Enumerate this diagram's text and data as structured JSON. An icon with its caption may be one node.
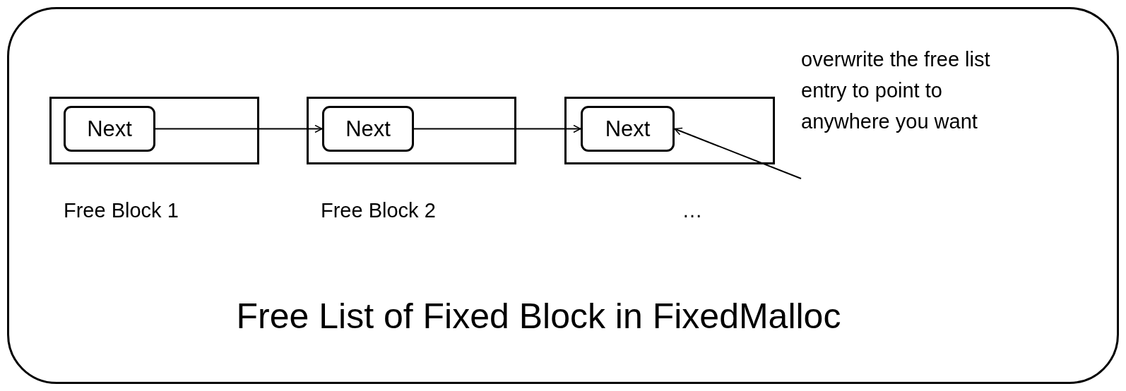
{
  "diagram": {
    "nodes": [
      {
        "text": [
          "Free List of Fixed Block in FixedMalloc"
        ]
      },
      {
        "text": [],
        "shape": "box",
        "in": 0,
        "beside": [
          "Free Block 1"
        ]
      },
      {
        "text": [
          "Next"
        ],
        "in": 1
      },
      {
        "text": [],
        "shape": "box",
        "in": 0,
        "beside": [
          "Free Block 2"
        ]
      },
      {
        "text": [
          "Next"
        ],
        "in": 3
      },
      {
        "text": [],
        "shape": "box",
        "in": 0,
        "beside": [
          "…"
        ]
      },
      {
        "text": [
          "Next"
        ],
        "in": 5
      },
      {
        "text": [
          "overwrite the free list entry to point to anywhere you want"
        ],
        "in": 0
      }
    ],
    "edges": [
      {
        "from": 2,
        "to": 4,
        "arrow": "to"
      },
      {
        "from": 4,
        "to": 6,
        "arrow": "to"
      },
      {
        "from": 7,
        "to": 6,
        "arrow": "to"
      }
    ]
  }
}
